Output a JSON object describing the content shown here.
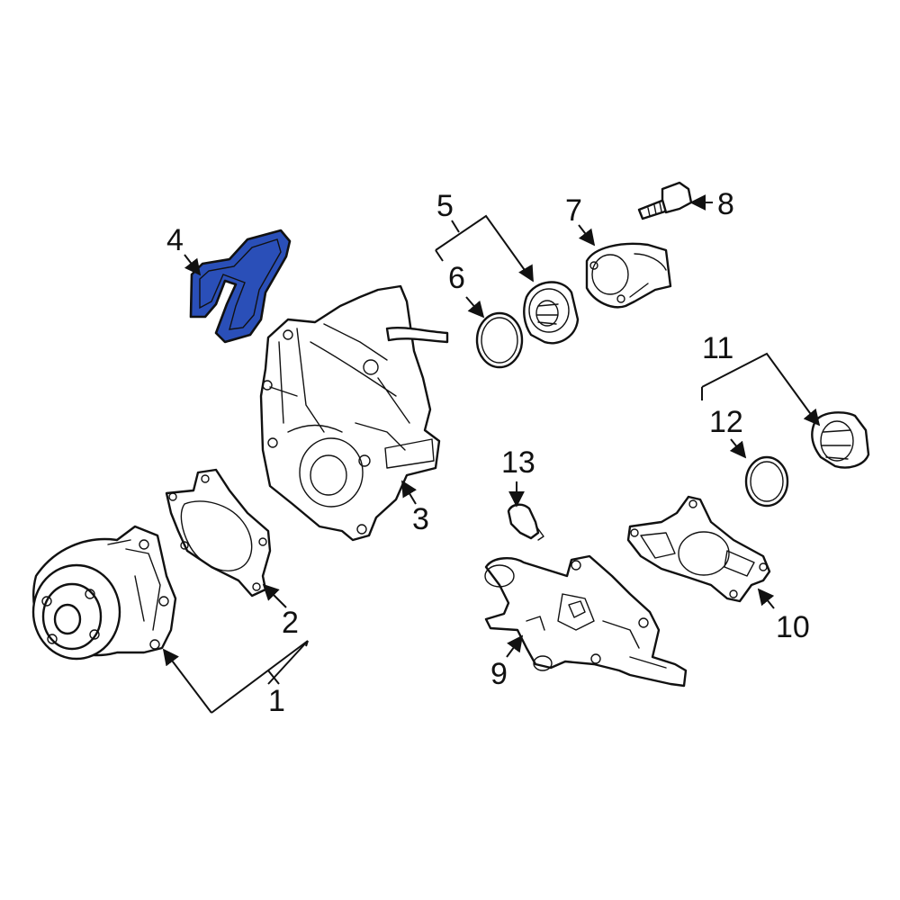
{
  "colors": {
    "highlight": "#2a4fb8",
    "line": "#111111",
    "background": "#ffffff"
  },
  "callouts": [
    {
      "id": "1",
      "text": "1"
    },
    {
      "id": "2",
      "text": "2"
    },
    {
      "id": "3",
      "text": "3"
    },
    {
      "id": "4",
      "text": "4",
      "highlighted": true
    },
    {
      "id": "5",
      "text": "5"
    },
    {
      "id": "6",
      "text": "6"
    },
    {
      "id": "7",
      "text": "7"
    },
    {
      "id": "8",
      "text": "8"
    },
    {
      "id": "9",
      "text": "9"
    },
    {
      "id": "10",
      "text": "10"
    },
    {
      "id": "11",
      "text": "11"
    },
    {
      "id": "12",
      "text": "12"
    },
    {
      "id": "13",
      "text": "13"
    }
  ]
}
